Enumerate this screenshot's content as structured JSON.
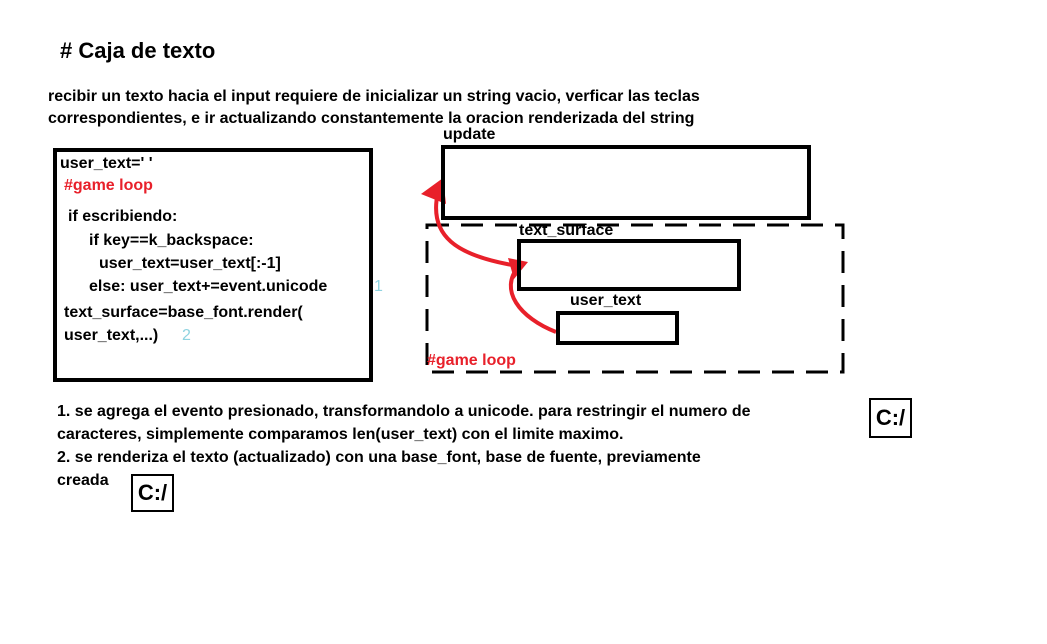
{
  "title": "# Caja de texto",
  "intro": {
    "line1": "recibir un texto hacia el input requiere de inicializar un string vacio, verficar las teclas",
    "line2": "correspondientes, e ir actualizando constantemente la oracion renderizada del string"
  },
  "code": {
    "line1": "user_text=' '",
    "line2": "#game loop",
    "line3": "if escribiendo:",
    "line4": "if key==k_backspace:",
    "line5": "user_text=user_text[:-1]",
    "line6": "else:  user_text+=event.unicode",
    "marker1": "1",
    "line7": "text_surface=base_font.render(",
    "line8": "user_text,...)",
    "marker2": "2"
  },
  "diagram": {
    "update_label": "update",
    "text_surface_label": "text_surface",
    "user_text_label": "user_text",
    "loop_label": "#game loop"
  },
  "notes": {
    "n1_line1": "1. se agrega el evento presionado, transformandolo a unicode. para restringir el numero de",
    "n1_line2": "caracteres, simplemente comparamos len(user_text) con el limite maximo.",
    "n2_line1": "2. se renderiza el texto (actualizado) con una base_font, base de fuente, previamente",
    "n2_line2": "creada"
  },
  "buttons": {
    "c_label_1": "C:/",
    "c_label_2": "C:/"
  },
  "colors": {
    "accent_red": "#e8202a",
    "marker_cyan": "#8fd3e0"
  }
}
